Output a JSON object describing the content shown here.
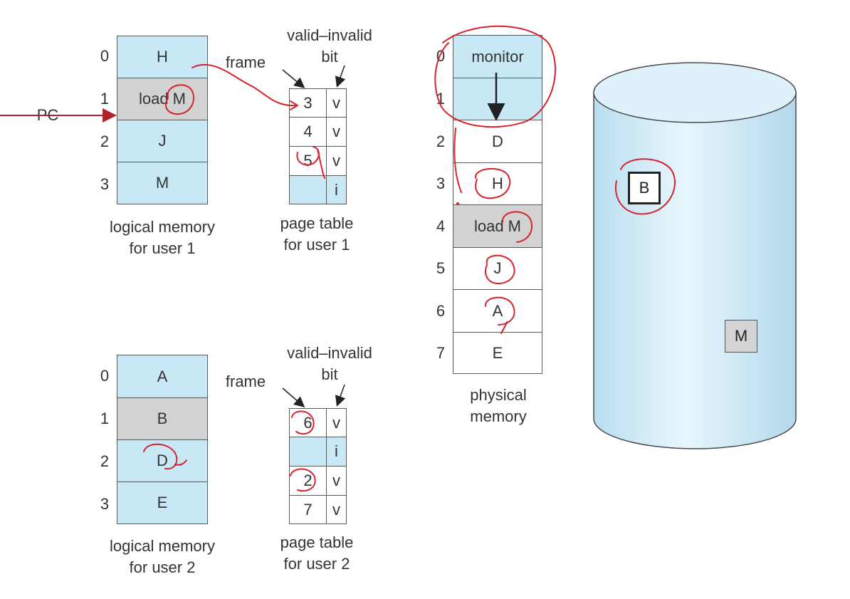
{
  "user1": {
    "logical": {
      "indices": [
        "0",
        "1",
        "2",
        "3"
      ],
      "cells": [
        "H",
        "load M",
        "J",
        "M"
      ],
      "caption": [
        "logical memory",
        "for user 1"
      ]
    },
    "page_table": {
      "frames": [
        "3",
        "4",
        "5",
        ""
      ],
      "bits": [
        "v",
        "v",
        "v",
        "i"
      ],
      "caption": [
        "page table",
        "for user 1"
      ]
    },
    "frame_label": "frame",
    "valid_label": [
      "valid–invalid",
      "bit"
    ],
    "pc_label": "PC"
  },
  "user2": {
    "logical": {
      "indices": [
        "0",
        "1",
        "2",
        "3"
      ],
      "cells": [
        "A",
        "B",
        "D",
        "E"
      ],
      "caption": [
        "logical memory",
        "for user 2"
      ]
    },
    "page_table": {
      "frames": [
        "6",
        "",
        "2",
        "7"
      ],
      "bits": [
        "v",
        "i",
        "v",
        "v"
      ],
      "caption": [
        "page table",
        "for user 2"
      ]
    },
    "frame_label": "frame",
    "valid_label": [
      "valid–invalid",
      "bit"
    ]
  },
  "physical": {
    "indices": [
      "0",
      "1",
      "2",
      "3",
      "4",
      "5",
      "6",
      "7"
    ],
    "cells": [
      "monitor",
      "",
      "D",
      "H",
      "load M",
      "J",
      "A",
      "E"
    ],
    "caption": [
      "physical",
      "memory"
    ]
  },
  "disk": {
    "items": [
      "B",
      "M"
    ]
  },
  "colors": {
    "memory_blue": "#c9e8f5",
    "memory_gray": "#d2d2d2",
    "annotation_red": "#d8222c"
  }
}
